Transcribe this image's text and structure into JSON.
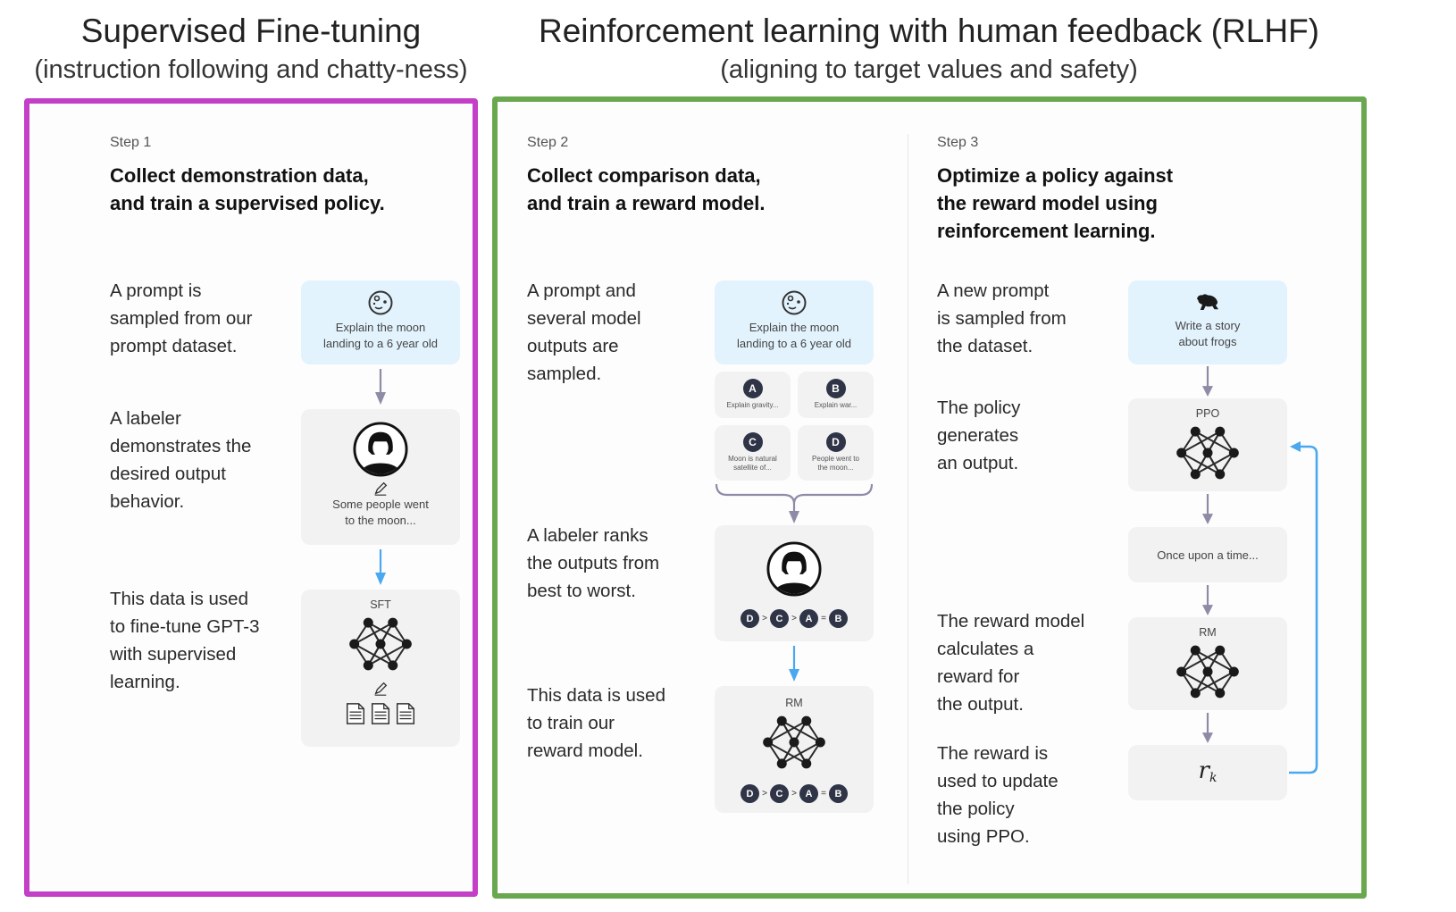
{
  "headers": {
    "sft": {
      "title": "Supervised Fine-tuning",
      "subtitle": "(instruction following and chatty-ness)"
    },
    "rlhf": {
      "title": "Reinforcement learning with human feedback (RLHF)",
      "subtitle": "(aligning to target values and safety)"
    }
  },
  "colors": {
    "sft_frame": "#c43fc7",
    "rlhf_frame": "#6aa84f",
    "arrow_gray": "#8d8ba6",
    "arrow_blue": "#4aa8f0",
    "prompt_card": "#e3f3fd",
    "card": "#f2f2f2"
  },
  "step1": {
    "label": "Step 1",
    "title": [
      "Collect demonstration data,",
      "and train a supervised policy."
    ],
    "descriptions": [
      [
        "A prompt is",
        "sampled from our",
        "prompt dataset."
      ],
      [
        "A labeler",
        "demonstrates the",
        "desired output",
        "behavior."
      ],
      [
        "This data is used",
        "to fine-tune GPT-3",
        "with supervised",
        "learning."
      ]
    ],
    "prompt_card": {
      "icon": "moon-icon",
      "text": [
        "Explain the moon",
        "landing to a 6 year old"
      ]
    },
    "labeler_card": {
      "icon": "labeler-avatar-icon",
      "text": [
        "Some people went",
        "to the moon..."
      ]
    },
    "model_card": {
      "label": "SFT"
    }
  },
  "step2": {
    "label": "Step 2",
    "title": [
      "Collect comparison data,",
      "and train a reward model."
    ],
    "descriptions": [
      [
        "A prompt and",
        "several model",
        "outputs are",
        "sampled."
      ],
      [
        "A labeler ranks",
        "the outputs from",
        "best to worst."
      ],
      [
        "This data is used",
        "to train our",
        "reward model."
      ]
    ],
    "prompt_card": {
      "icon": "moon-icon",
      "text": [
        "Explain the moon",
        "landing to a 6 year old"
      ]
    },
    "outputs": [
      {
        "letter": "A",
        "text": [
          "Explain gravity..."
        ]
      },
      {
        "letter": "B",
        "text": [
          "Explain war..."
        ]
      },
      {
        "letter": "C",
        "text": [
          "Moon is natural",
          "satellite of..."
        ]
      },
      {
        "letter": "D",
        "text": [
          "People went to",
          "the moon..."
        ]
      }
    ],
    "ranking": [
      "D",
      ">",
      "C",
      ">",
      "A",
      "=",
      "B"
    ],
    "model_card": {
      "label": "RM"
    }
  },
  "step3": {
    "label": "Step 3",
    "title": [
      "Optimize a policy against",
      "the reward model using",
      "reinforcement learning."
    ],
    "descriptions": [
      [
        "A new prompt",
        "is sampled from",
        "the dataset."
      ],
      [
        "The policy",
        "generates",
        "an output."
      ],
      [
        "The reward model",
        "calculates a",
        "reward for",
        "the output."
      ],
      [
        "The reward is",
        "used to update",
        "the policy",
        "using PPO."
      ]
    ],
    "prompt_card": {
      "icon": "frog-icon",
      "text": [
        "Write a story",
        "about frogs"
      ]
    },
    "policy_card": {
      "label": "PPO"
    },
    "output_card": {
      "text": "Once upon a time..."
    },
    "rm_card": {
      "label": "RM"
    },
    "reward_card": {
      "symbol": "r",
      "subscript": "k"
    }
  }
}
